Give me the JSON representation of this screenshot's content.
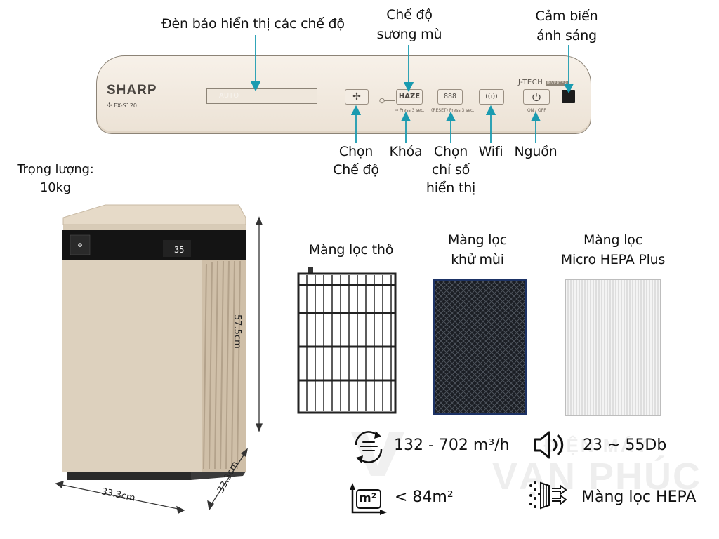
{
  "panel": {
    "brand": "SHARP",
    "model": "FX-S120",
    "display_text": "AUTO",
    "haze_label": "HAZE",
    "digits_glyph": "888",
    "lock_hint": "Press 3 sec.",
    "reset_hint": "(RESET) Press 3 sec.",
    "power_hint": "ON / OFF",
    "jtech_label": "J-TECH",
    "inverter_label": "INVERTER",
    "colors": {
      "panel": "#f2eae0",
      "accent": "#1a9bb0",
      "border": "#8c8376"
    }
  },
  "annotations": {
    "display_indicator": "Đèn báo hiển thị các chế độ",
    "haze_mode": [
      "Chế độ",
      "sương mù"
    ],
    "light_sensor": [
      "Cảm biến",
      "ánh sáng"
    ],
    "mode_select": [
      "Chọn",
      "Chế độ"
    ],
    "lock": "Khóa",
    "index_select": [
      "Chọn",
      "chỉ số",
      "hiển thị"
    ],
    "wifi": "Wifi",
    "power": "Nguồn"
  },
  "product": {
    "weight": [
      "Trọng lượng:",
      "10kg"
    ],
    "height": "57.5cm",
    "width": "33.3cm",
    "depth": "33.3cm",
    "display_value": "35"
  },
  "filters": [
    {
      "name": [
        "Màng lọc thô"
      ],
      "icon": "coarse-filter-grid"
    },
    {
      "name": [
        "Màng lọc",
        "khử mùi"
      ],
      "icon": "carbon-filter"
    },
    {
      "name": [
        "Màng lọc",
        "Micro HEPA Plus"
      ],
      "icon": "hepa-filter"
    }
  ],
  "specs": {
    "airflow": {
      "icon": "air-circulation-icon",
      "value": "132 - 702 m³/h"
    },
    "noise": {
      "icon": "speaker-icon",
      "value": "23 ~ 55Db"
    },
    "area": {
      "icon": "area-m2-icon",
      "icon_text": "m²",
      "value": "< 84m²"
    },
    "filter": {
      "icon": "hepa-filter-icon",
      "value": "Màng lọc HEPA"
    }
  },
  "watermark": [
    "ĐIỆN MÁY",
    "VẠN PHÚC"
  ]
}
